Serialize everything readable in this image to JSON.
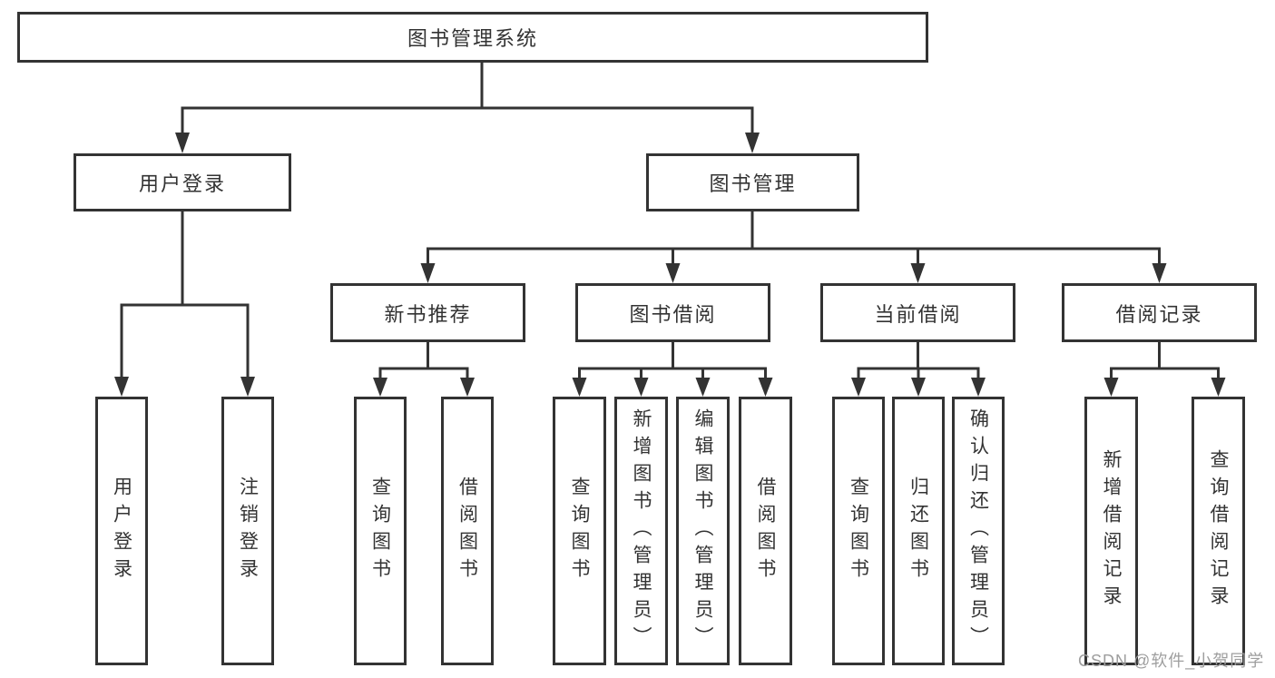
{
  "diagram": {
    "root": {
      "label": "图书管理系统"
    },
    "level2": [
      {
        "label": "用户登录",
        "leaves": [
          {
            "label": "用户登录"
          },
          {
            "label": "注销登录"
          }
        ]
      },
      {
        "label": "图书管理",
        "children": [
          {
            "label": "新书推荐",
            "leaves": [
              {
                "label": "查询图书"
              },
              {
                "label": "借阅图书"
              }
            ]
          },
          {
            "label": "图书借阅",
            "leaves": [
              {
                "label": "查询图书"
              },
              {
                "label": "新增图书（管理员）"
              },
              {
                "label": "编辑图书（管理员）"
              },
              {
                "label": "借阅图书"
              }
            ]
          },
          {
            "label": "当前借阅",
            "leaves": [
              {
                "label": "查询图书"
              },
              {
                "label": "归还图书"
              },
              {
                "label": "确认归还（管理员）"
              }
            ]
          },
          {
            "label": "借阅记录",
            "leaves": [
              {
                "label": "新增借阅记录"
              },
              {
                "label": "查询借阅记录"
              }
            ]
          }
        ]
      }
    ],
    "watermark": {
      "text": "CSDN @软件_小贺同学",
      "color": "#9e9e9e"
    },
    "colors": {
      "line": "#333333",
      "box_border": "#333333",
      "text": "#333333",
      "background": "#ffffff"
    }
  }
}
